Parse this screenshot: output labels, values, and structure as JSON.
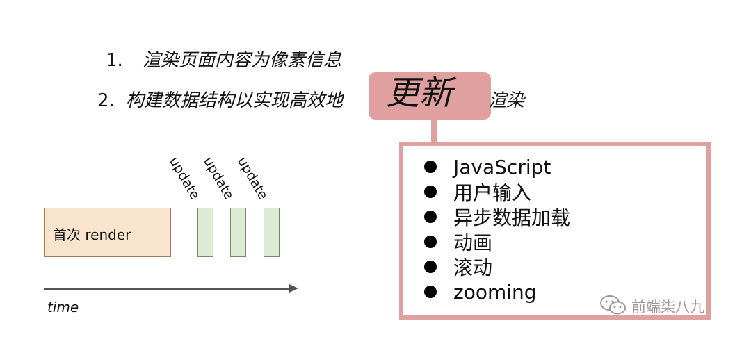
{
  "items": [
    {
      "number": "1.",
      "text": "渲染页面内容为像素信息"
    },
    {
      "number": "2.",
      "text_before": "构建数据结构以实现高效地",
      "highlight": "更新",
      "text_after": "渲染"
    }
  ],
  "update_sources": [
    "JavaScript",
    "用户输入",
    "异步数据加载",
    "动画",
    "滚动",
    "zooming"
  ],
  "timeline": {
    "first_render_label": "首次 render",
    "update_labels": [
      "update",
      "update",
      "update"
    ],
    "axis_label": "time"
  },
  "watermark": {
    "text": "前端柒八九",
    "icon": "wechat-icon"
  },
  "colors": {
    "highlight": "#e0a0a0",
    "first_render_fill": "#f9e4cd",
    "update_fill": "#dcebd4",
    "axis": "#555555"
  }
}
